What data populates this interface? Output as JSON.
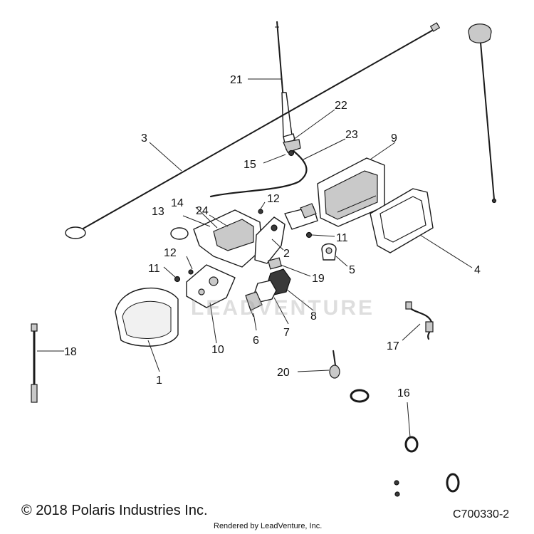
{
  "callouts": {
    "c1": "1",
    "c2": "2",
    "c3": "3",
    "c4": "4",
    "c5": "5",
    "c6": "6",
    "c7": "7",
    "c8": "8",
    "c9": "9",
    "c10": "10",
    "c11a": "11",
    "c11b": "11",
    "c12a": "12",
    "c12b": "12",
    "c13": "13",
    "c14": "14",
    "c15": "15",
    "c16": "16",
    "c17": "17",
    "c18": "18",
    "c19": "19",
    "c20": "20",
    "c21": "21",
    "c22": "22",
    "c23": "23",
    "c24": "24"
  },
  "watermark": "LEADVENTURE",
  "footer": {
    "copyright": "© 2018 Polaris Industries Inc.",
    "rendered_by": "Rendered by LeadVenture, Inc.",
    "drawing_code": "C700330-2"
  }
}
